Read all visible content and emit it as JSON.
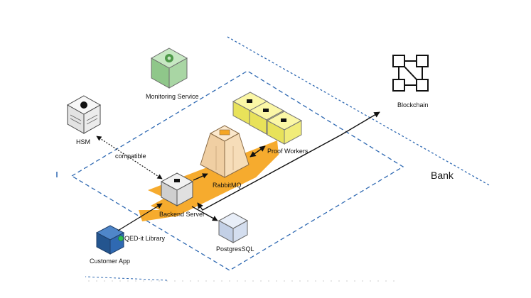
{
  "diagram": {
    "nodes": {
      "monitoring_service": {
        "label": "Monitoring Service",
        "icon": "gear-box-icon",
        "color": "#9fd19a"
      },
      "hsm": {
        "label": "HSM",
        "icon": "server-rack-icon",
        "color": "#f2f2f2"
      },
      "blockchain": {
        "label": "Blockchain",
        "icon": "chain-blocks-icon",
        "color": "#000000"
      },
      "proof_workers": {
        "label": "Proof Workers",
        "icon": "yellow-cubes-icon",
        "color": "#f4ef6a"
      },
      "rabbitmq": {
        "label": "RabbitMQ",
        "icon": "queue-box-icon",
        "color": "#f3d9b4"
      },
      "backend_server": {
        "label": "Backend Server",
        "icon": "gray-cube-icon",
        "color": "#e6e6e6"
      },
      "postgresql": {
        "label": "PostgresSQL",
        "icon": "database-icon",
        "color": "#cfd9ea"
      },
      "customer_app": {
        "label": "Customer App",
        "icon": "blue-cube-icon",
        "color": "#2f69b2"
      },
      "qedit_library": {
        "label": "QED-it Library"
      }
    },
    "edges": {
      "hsm_backend": {
        "label": "compatible",
        "style": "dotted"
      }
    },
    "zones": {
      "bank": {
        "label": "Bank",
        "style": "dashed",
        "color": "#2f69b2"
      }
    },
    "accent_color": "#f5a623"
  }
}
